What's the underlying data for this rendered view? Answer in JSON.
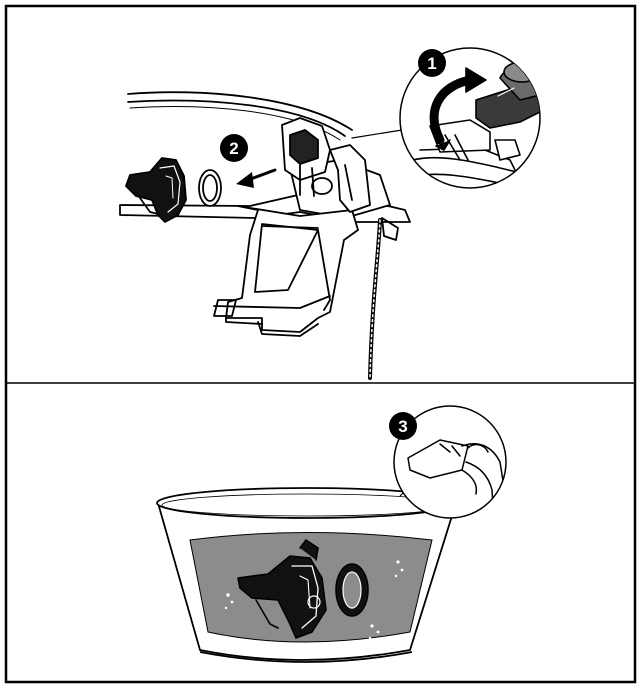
{
  "figure": {
    "panels": [
      {
        "name": "top-panel",
        "steps": [
          {
            "number": "1",
            "icon": "lock-lever-rotate-icon"
          },
          {
            "number": "2",
            "icon": "pull-out-arrow-icon"
          }
        ]
      },
      {
        "name": "bottom-panel",
        "steps": [
          {
            "number": "3",
            "icon": "hand-wipe-cloth-icon"
          }
        ]
      }
    ],
    "colors": {
      "line": "#000000",
      "water": "#8c8c8c",
      "background": "#ffffff"
    }
  }
}
